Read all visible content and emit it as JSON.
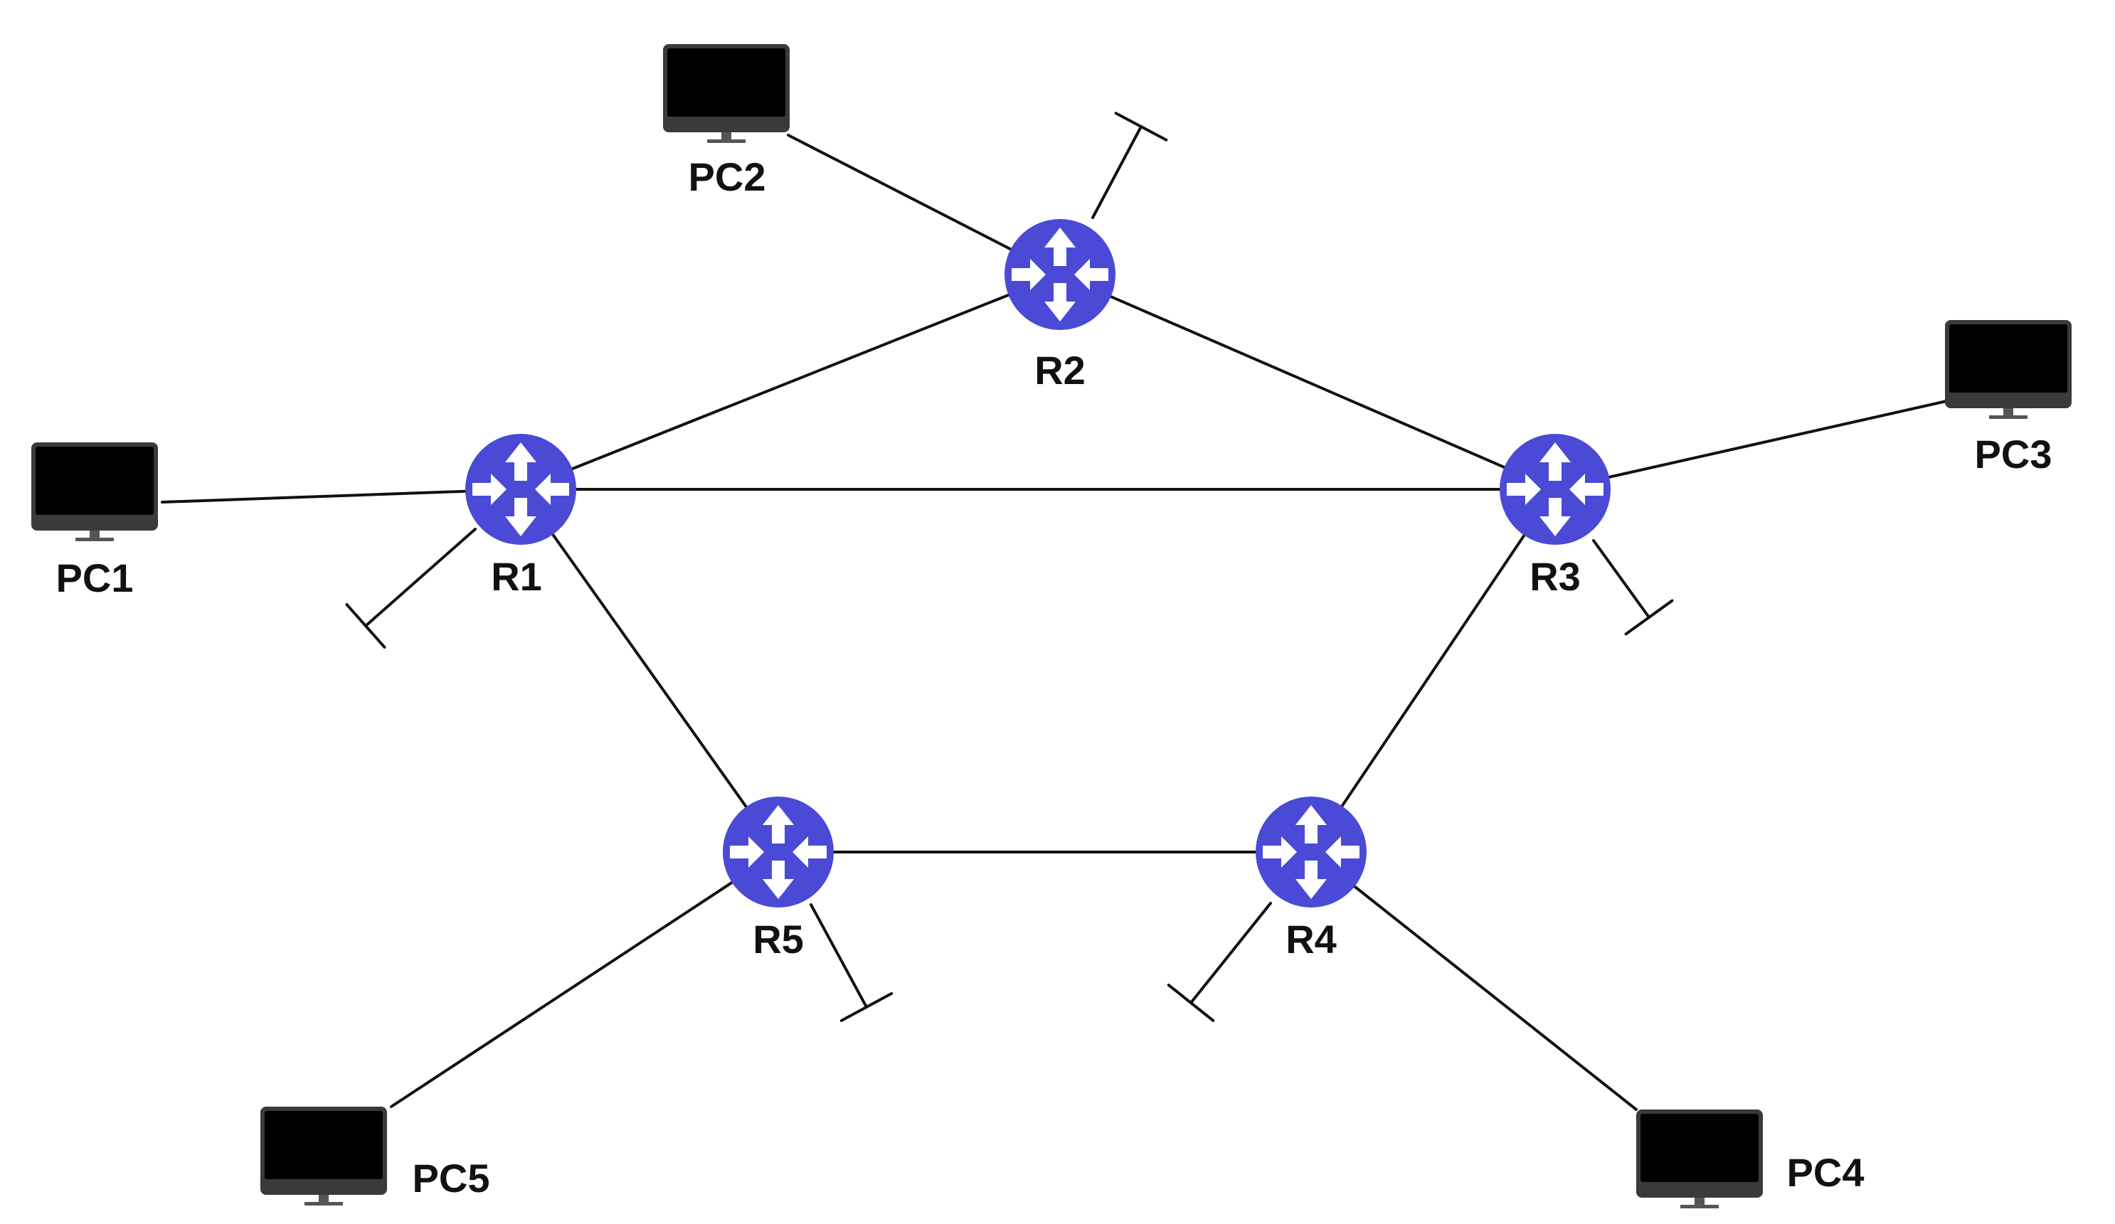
{
  "colors": {
    "router": "#4a4ad6",
    "router_arrow": "#ffffff",
    "line": "#111111",
    "monitor_screen": "#000000",
    "monitor_bezel": "#3a3a3a",
    "monitor_stand": "#555555"
  },
  "routers": [
    {
      "id": "R1",
      "label": "R1"
    },
    {
      "id": "R2",
      "label": "R2"
    },
    {
      "id": "R3",
      "label": "R3"
    },
    {
      "id": "R4",
      "label": "R4"
    },
    {
      "id": "R5",
      "label": "R5"
    }
  ],
  "pcs": [
    {
      "id": "PC1",
      "label": "PC1"
    },
    {
      "id": "PC2",
      "label": "PC2"
    },
    {
      "id": "PC3",
      "label": "PC3"
    },
    {
      "id": "PC4",
      "label": "PC4"
    },
    {
      "id": "PC5",
      "label": "PC5"
    }
  ],
  "links": [
    {
      "from": "R1",
      "to": "R2"
    },
    {
      "from": "R2",
      "to": "R3"
    },
    {
      "from": "R1",
      "to": "R3"
    },
    {
      "from": "R1",
      "to": "R5"
    },
    {
      "from": "R3",
      "to": "R4"
    },
    {
      "from": "R5",
      "to": "R4"
    },
    {
      "from": "R1",
      "to": "PC1"
    },
    {
      "from": "R2",
      "to": "PC2"
    },
    {
      "from": "R3",
      "to": "PC3"
    },
    {
      "from": "R4",
      "to": "PC4"
    },
    {
      "from": "R5",
      "to": "PC5"
    }
  ],
  "stub_links": [
    {
      "router": "R1"
    },
    {
      "router": "R2"
    },
    {
      "router": "R3"
    },
    {
      "router": "R4"
    },
    {
      "router": "R5"
    }
  ]
}
